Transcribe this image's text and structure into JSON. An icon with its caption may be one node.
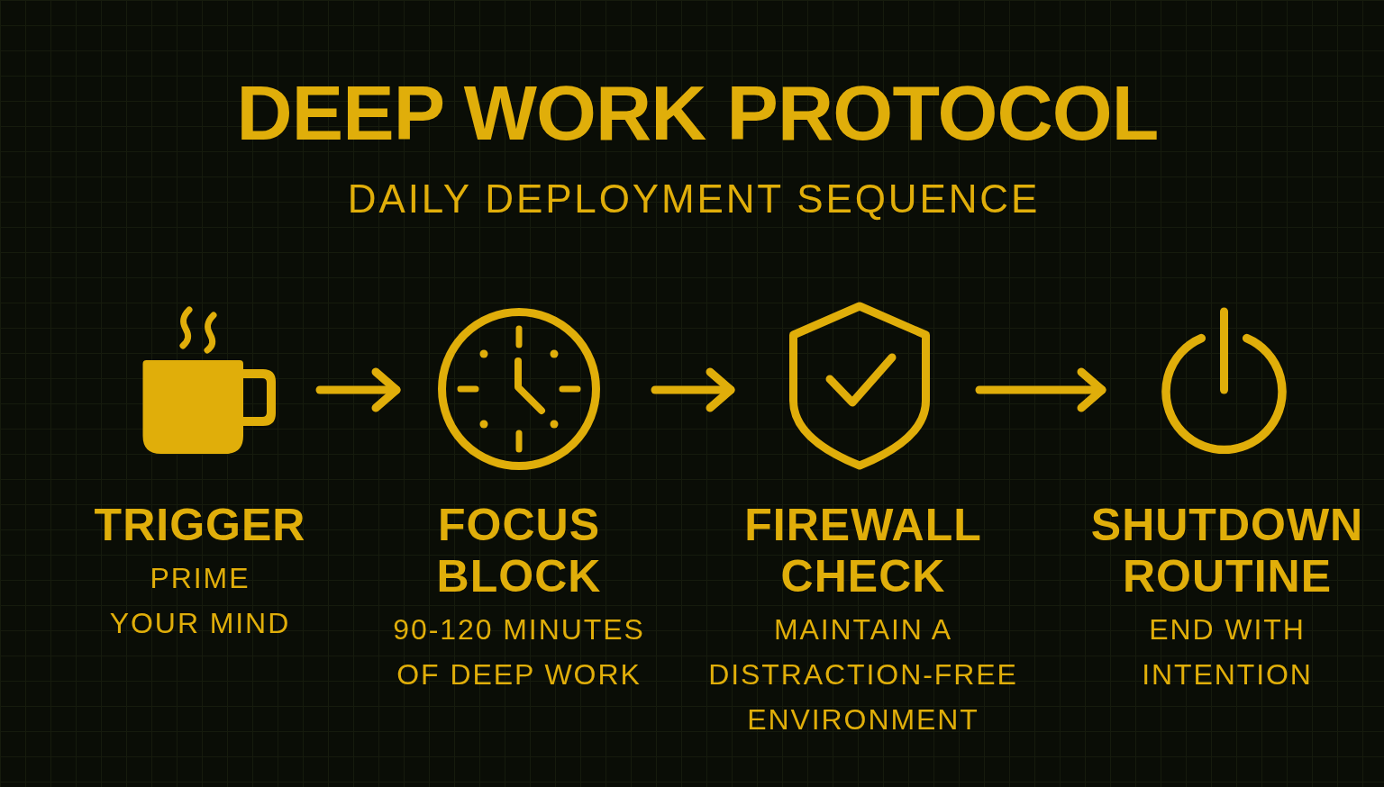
{
  "diagram": {
    "title": "DEEP WORK PROTOCOL",
    "nodes": [
      {
        "text": [],
        "shape": "picture",
        "beside": [
          "TRIGGER",
          "PRIME YOUR MIND"
        ]
      },
      {
        "text": [],
        "shape": "picture",
        "beside": [
          "FOCUS BLOCK",
          "90-120 MINUTES OF DEEP WORK"
        ]
      },
      {
        "text": [],
        "shape": "picture",
        "beside": [
          "FIREWALL CHECK",
          "MAINTAIN A DISTRACTION-FREE ENVIRONMENT"
        ]
      },
      {
        "text": [],
        "shape": "picture",
        "beside": [
          "SHUTDOWN ROUTINE",
          "END WITH INTENTION"
        ]
      }
    ],
    "edges": [
      {
        "from": 0,
        "to": 1,
        "arrow": "to"
      },
      {
        "from": 1,
        "to": 2,
        "arrow": "to"
      },
      {
        "from": 2,
        "to": 3,
        "arrow": "to"
      }
    ],
    "labels": [
      "DAILY DEPLOYMENT SEQUENCE"
    ]
  }
}
